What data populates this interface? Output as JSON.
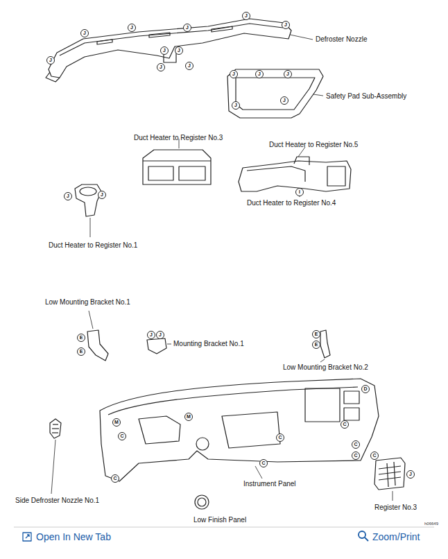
{
  "diagram": {
    "labels": [
      "J",
      "J",
      "J",
      "J",
      "J",
      "Defroster Nozzle",
      "J",
      "J",
      "J",
      "J",
      "J",
      "J",
      "J",
      "J",
      "Safety Pad Sub-Assembly",
      "J",
      "J",
      "Duct Heater to Register No.3",
      "Duct Heater to Register No.5",
      "J",
      "J",
      "I",
      "Duct Heater to Register No.4",
      "Duct Heater to Register No.1",
      "Low Mounting Bracket No.1",
      "E",
      "J",
      "J",
      "Mounting Bracket No.1",
      "E",
      "E",
      "E",
      "Low Mounting Bracket No.2",
      "D",
      "M",
      "M",
      "C",
      "C",
      "C",
      "C",
      "C",
      "C",
      "C",
      "C",
      "J",
      "Instrument Panel",
      "Side Defroster Nozzle No.1",
      "Register No.3",
      "Low Finish Panel",
      "h06649",
      "Open In New Tab",
      "Zoom/Print"
    ]
  }
}
